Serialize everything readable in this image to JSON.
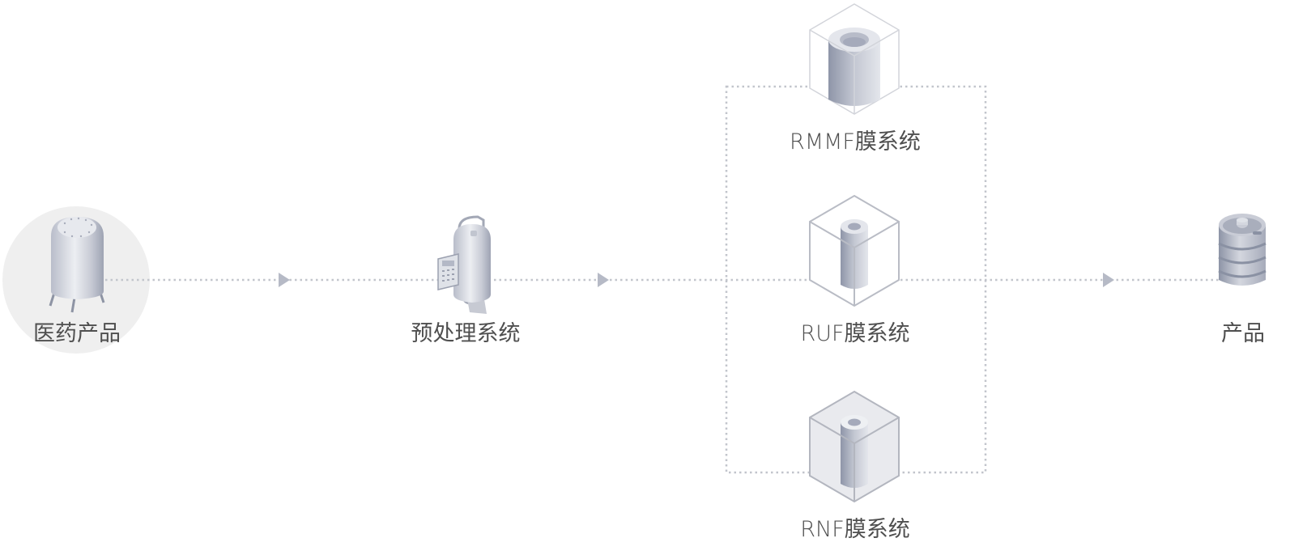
{
  "diagram": {
    "type": "process-flow",
    "nodes": [
      {
        "id": "source",
        "label": "医药产品",
        "icon": "storage-tank-icon",
        "highlighted": true
      },
      {
        "id": "pretreat",
        "label": "预处理系统",
        "icon": "pretreatment-vessel-icon"
      },
      {
        "id": "rmmf",
        "label": "RMMF膜系统",
        "icon": "membrane-module-icon"
      },
      {
        "id": "ruf",
        "label": "RUF膜系统",
        "icon": "membrane-module-icon"
      },
      {
        "id": "rnf",
        "label": "RNF膜系统",
        "icon": "membrane-module-icon"
      },
      {
        "id": "product",
        "label": "产品",
        "icon": "keg-icon"
      }
    ],
    "edges": [
      {
        "from": "source",
        "to": "pretreat",
        "style": "dotted-arrow"
      },
      {
        "from": "pretreat",
        "to": "membrane-group",
        "style": "dotted-arrow"
      },
      {
        "from": "membrane-group",
        "to": "product",
        "style": "dotted-arrow"
      }
    ],
    "groups": [
      {
        "id": "membrane-group",
        "members": [
          "rmmf",
          "ruf",
          "rnf"
        ],
        "style": "dotted-box",
        "mode": "parallel"
      }
    ],
    "colors": {
      "line": "#c2c5cc",
      "arrow": "#b6bac6",
      "highlight_circle": "#efefef",
      "text": "#4f4f4f",
      "metal_light": "#e6e8ee",
      "metal_dark": "#9aa0b0",
      "cube_stroke": "#bfc2ca"
    }
  }
}
